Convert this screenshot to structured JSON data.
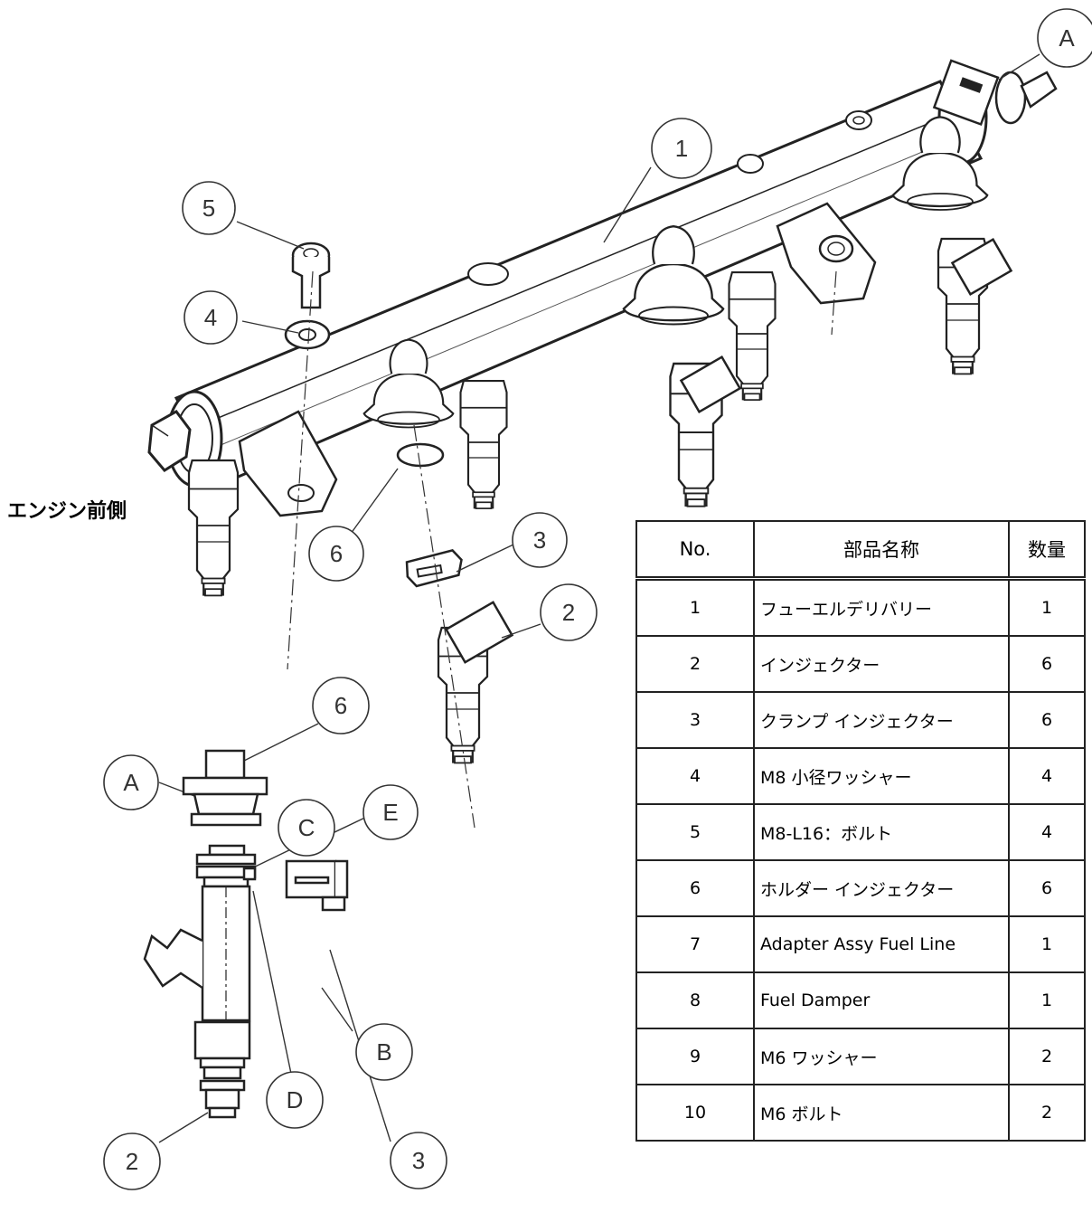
{
  "engine_label": "エンジン前側",
  "callouts": {
    "main_1": "1",
    "main_2": "2",
    "main_3": "3",
    "main_4": "4",
    "main_5": "5",
    "main_6": "6",
    "main_A": "A",
    "detail_6": "6",
    "detail_A": "A",
    "detail_C": "C",
    "detail_E": "E",
    "detail_B": "B",
    "detail_D": "D",
    "detail_3": "3",
    "detail_2": "2"
  },
  "table": {
    "headers": {
      "no": "No.",
      "name": "部品名称",
      "qty": "数量"
    },
    "rows": [
      {
        "no": "1",
        "name": "フューエルデリバリー",
        "qty": "1"
      },
      {
        "no": "2",
        "name": "インジェクター",
        "qty": "6"
      },
      {
        "no": "3",
        "name": "クランプ インジェクター",
        "qty": "6"
      },
      {
        "no": "4",
        "name": "M8 小径ワッシャー",
        "qty": "4"
      },
      {
        "no": "5",
        "name": "M8-L16：ボルト",
        "qty": "4"
      },
      {
        "no": "6",
        "name": "ホルダー インジェクター",
        "qty": "6"
      },
      {
        "no": "7",
        "name": "Adapter Assy Fuel Line",
        "qty": "1"
      },
      {
        "no": "8",
        "name": "Fuel Damper",
        "qty": "1"
      },
      {
        "no": "9",
        "name": "M6 ワッシャー",
        "qty": "2"
      },
      {
        "no": "10",
        "name": "M6 ボルト",
        "qty": "2"
      }
    ]
  }
}
